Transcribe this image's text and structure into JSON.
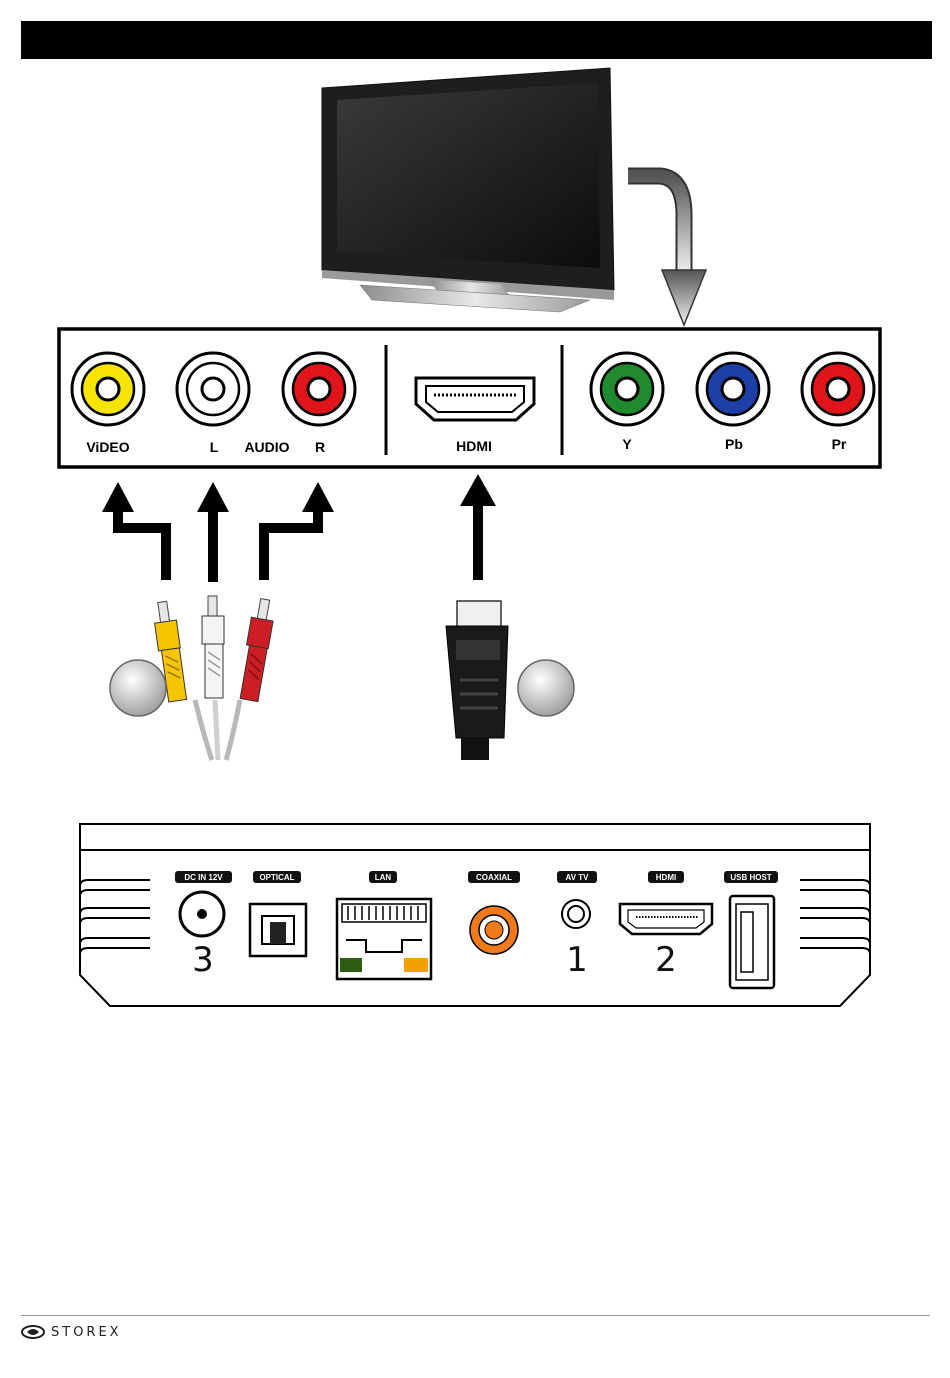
{
  "tv_panel": {
    "video": "ViDEO",
    "left": "L",
    "audio": "AUDIO",
    "right": "R",
    "hdmi": "HDMI",
    "y": "Y",
    "pb": "Pb",
    "pr": "Pr"
  },
  "device_ports": {
    "dc_in": "DC IN 12V",
    "optical": "OPTICAL",
    "lan": "LAN",
    "coaxial": "COAXIAL",
    "av_tv": "AV TV",
    "hdmi": "HDMI",
    "usb_host": "USB HOST"
  },
  "port_numbers": {
    "dc_in": "3",
    "av_tv": "1",
    "hdmi": "2"
  },
  "footer": {
    "brand": "STOREX"
  },
  "colors": {
    "video_jack": "#f7e400",
    "audio_left_jack": "#ffffff",
    "audio_right_jack": "#e0141b",
    "y_jack": "#1f8a2e",
    "pb_jack": "#1d3fa8",
    "pr_jack": "#e0141b",
    "coaxial_jack": "#f07a1a"
  }
}
